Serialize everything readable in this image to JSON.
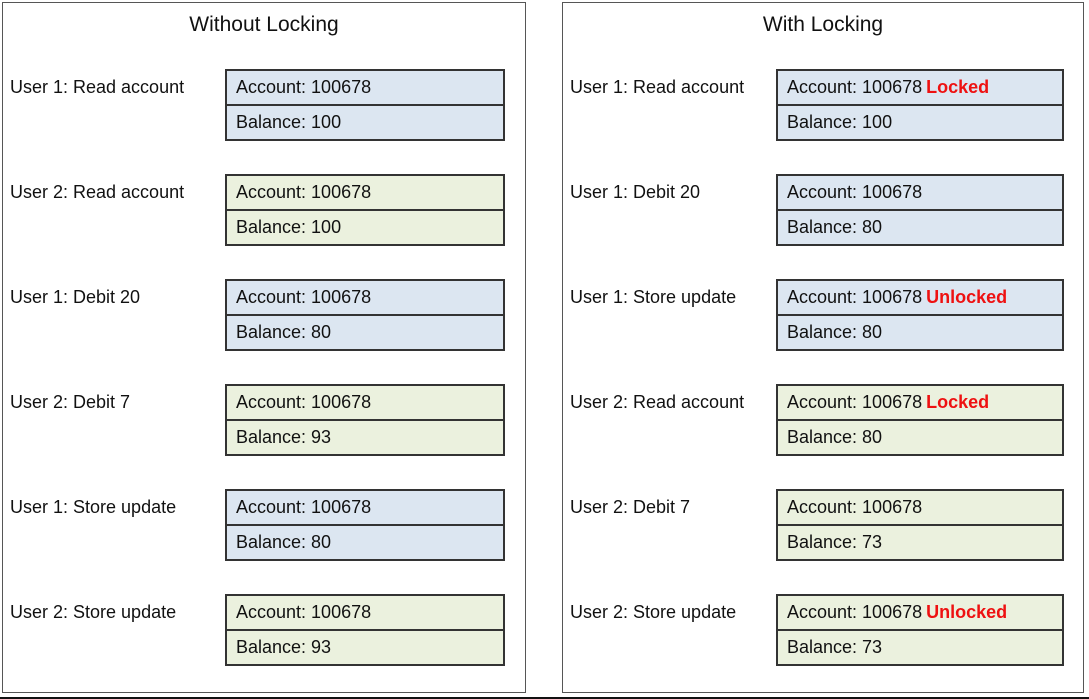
{
  "colors": {
    "user1-fill": "#dce6f1",
    "user2-fill": "#ebf1de",
    "lock-red": "#ee1111",
    "box-border": "#333333",
    "panel-border": "#565656"
  },
  "panels": [
    {
      "title": "Without Locking",
      "rows": [
        {
          "label": "User 1: Read account",
          "user": "user1",
          "account": "Account: 100678",
          "balance": "Balance: 100"
        },
        {
          "label": "User 2: Read account",
          "user": "user2",
          "account": "Account: 100678",
          "balance": "Balance: 100"
        },
        {
          "label": "User 1: Debit 20",
          "user": "user1",
          "account": "Account: 100678",
          "balance": "Balance: 80"
        },
        {
          "label": "User 2: Debit 7",
          "user": "user2",
          "account": "Account: 100678",
          "balance": "Balance: 93"
        },
        {
          "label": "User 1: Store update",
          "user": "user1",
          "account": "Account: 100678",
          "balance": "Balance: 80"
        },
        {
          "label": "User 2: Store update",
          "user": "user2",
          "account": "Account: 100678",
          "balance": "Balance: 93"
        }
      ]
    },
    {
      "title": "With Locking",
      "rows": [
        {
          "label": "User 1: Read account",
          "user": "user1",
          "account": "Account: 100678",
          "lock": "Locked",
          "balance": "Balance: 100"
        },
        {
          "label": "User 1: Debit 20",
          "user": "user1",
          "account": "Account: 100678",
          "balance": "Balance: 80"
        },
        {
          "label": "User 1: Store update",
          "user": "user1",
          "account": "Account: 100678",
          "lock": "Unlocked",
          "balance": "Balance: 80"
        },
        {
          "label": "User 2: Read account",
          "user": "user2",
          "account": "Account: 100678",
          "lock": "Locked",
          "balance": "Balance: 80"
        },
        {
          "label": "User 2: Debit 7",
          "user": "user2",
          "account": "Account: 100678",
          "balance": "Balance: 73"
        },
        {
          "label": "User 2: Store update",
          "user": "user2",
          "account": "Account: 100678",
          "lock": "Unlocked",
          "balance": "Balance: 73"
        }
      ]
    }
  ]
}
